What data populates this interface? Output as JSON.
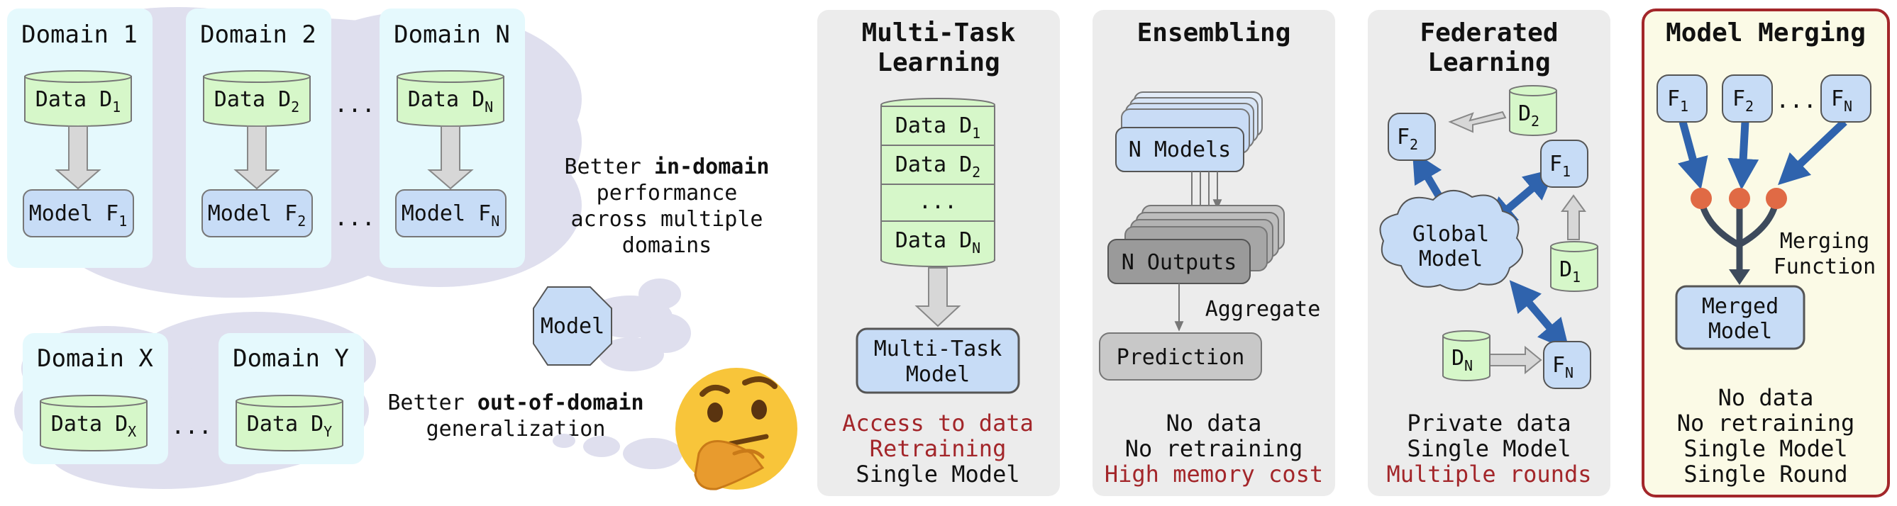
{
  "left": {
    "domains": [
      "Domain 1",
      "Domain 2",
      "Domain N",
      "Domain X",
      "Domain Y"
    ],
    "data_labels": {
      "d1": "Data D",
      "d2": "Data D",
      "dn": "Data D",
      "dx": "Data D",
      "dy": "Data D"
    },
    "data_subs": {
      "d1": "1",
      "d2": "2",
      "dn": "N",
      "dx": "X",
      "dy": "Y"
    },
    "model_label": "Model F",
    "model_subs": {
      "m1": "1",
      "m2": "2",
      "mn": "N"
    },
    "ellipsis": "...",
    "indomain": {
      "pre": "Better ",
      "bold": "in-domain",
      "line2": "performance",
      "line3": "across multiple",
      "line4": "domains"
    },
    "ood": {
      "pre": "Better ",
      "bold": "out-of-domain",
      "line2": "generalization"
    },
    "thought_model": "Model"
  },
  "panels": {
    "mtl": {
      "title": [
        "Multi-Task",
        "Learning"
      ],
      "data_rows": [
        {
          "label": "Data D",
          "sub": "1"
        },
        {
          "label": "Data D",
          "sub": "2"
        },
        {
          "label": "...",
          "sub": ""
        },
        {
          "label": "Data D",
          "sub": "N"
        }
      ],
      "model": [
        "Multi-Task",
        "Model"
      ],
      "footer": [
        {
          "text": "Access to data",
          "color": "#a3262a"
        },
        {
          "text": "Retraining",
          "color": "#a3262a"
        },
        {
          "text": "Single Model",
          "color": "#111111"
        }
      ]
    },
    "ens": {
      "title": [
        "Ensembling"
      ],
      "models": "N Models",
      "outputs": "N Outputs",
      "aggregate": "Aggregate",
      "prediction": "Prediction",
      "footer": [
        {
          "text": "No data",
          "color": "#111111"
        },
        {
          "text": "No retraining",
          "color": "#111111"
        },
        {
          "text": "High memory cost",
          "color": "#a3262a"
        }
      ]
    },
    "fed": {
      "title": [
        "Federated",
        "Learning"
      ],
      "global": [
        "Global",
        "Model"
      ],
      "f_label": "F",
      "d_label": "D",
      "subs": {
        "f2": "2",
        "f1": "1",
        "fn": "N",
        "d2": "2",
        "d1": "1",
        "dn": "N"
      },
      "footer": [
        {
          "text": "Private data",
          "color": "#111111"
        },
        {
          "text": "Single Model",
          "color": "#111111"
        },
        {
          "text": "Multiple rounds",
          "color": "#a3262a"
        }
      ]
    },
    "merge": {
      "title": [
        "Model Merging"
      ],
      "f_label": "F",
      "subs": {
        "f1": "1",
        "f2": "2",
        "fn": "N"
      },
      "ellipsis": "...",
      "function_label": [
        "Merging",
        "Function"
      ],
      "merged": [
        "Merged",
        "Model"
      ],
      "footer": [
        {
          "text": "No data",
          "color": "#111111"
        },
        {
          "text": "No retraining",
          "color": "#111111"
        },
        {
          "text": "Single Model",
          "color": "#111111"
        },
        {
          "text": "Single Round",
          "color": "#111111"
        }
      ]
    }
  },
  "colors": {
    "accent_red": "#a3262a",
    "arrow_blue": "#2f63ad",
    "merge_dot": "#e06a45",
    "panel_gray": "#ececec",
    "merge_bg": "#fbfae6"
  }
}
